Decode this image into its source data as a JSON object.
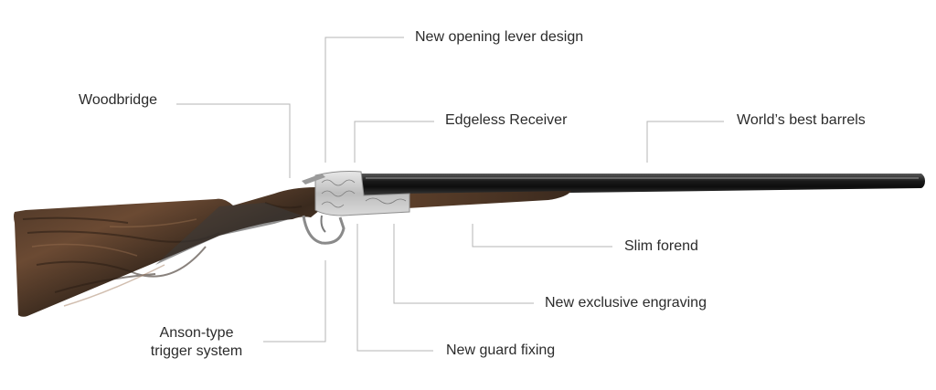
{
  "callouts": {
    "opening_lever": "New opening lever design",
    "woodbridge": "Woodbridge",
    "edgeless_receiver": "Edgeless Receiver",
    "best_barrels": "World’s best barrels",
    "slim_forend": "Slim forend",
    "exclusive_engraving": "New exclusive engraving",
    "anson_trigger_line1": "Anson-type",
    "anson_trigger_line2": "trigger system",
    "guard_fixing": "New guard fixing"
  },
  "colors": {
    "background": "#ffffff",
    "leader_line": "#b5b5b5",
    "text": "#2b2b2b",
    "walnut_dark": "#3a2a1e",
    "walnut_mid": "#6b4a33",
    "barrel": "#1a1a1a",
    "receiver_silver": "#cfcfcf"
  }
}
